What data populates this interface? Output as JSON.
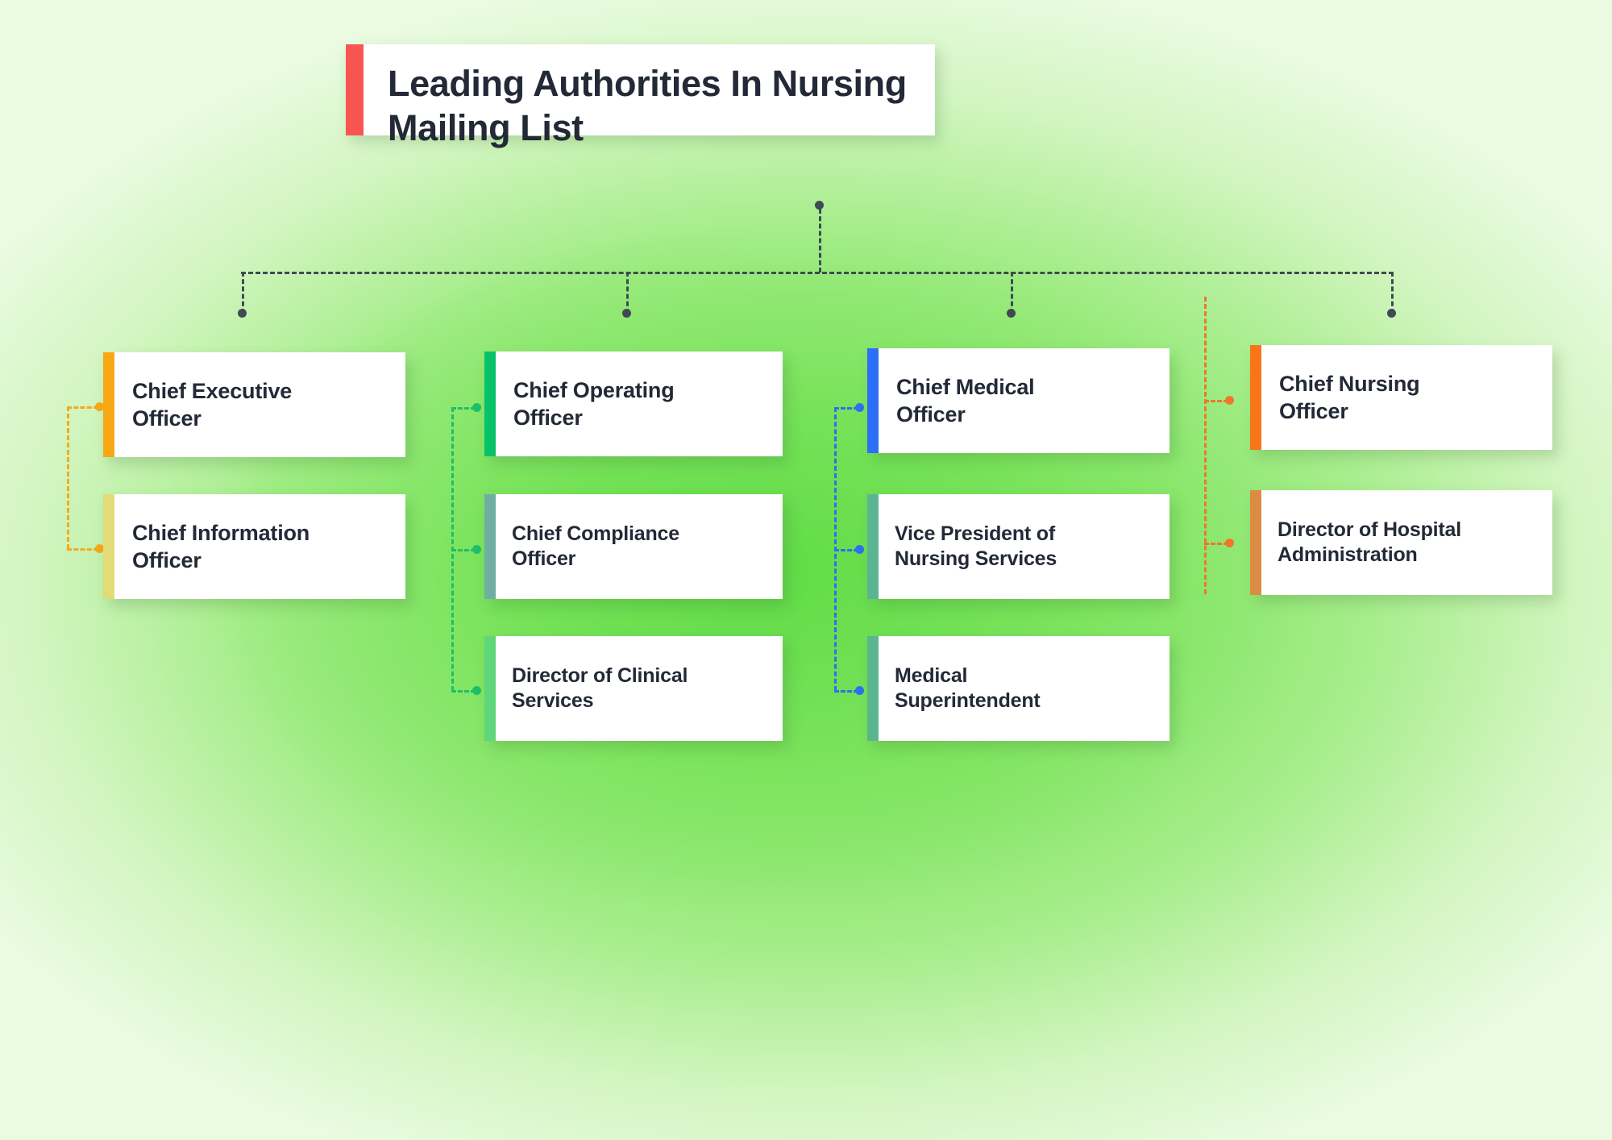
{
  "background": {
    "base_color": "#8ce563",
    "edge_color": "#eafbe2"
  },
  "title": {
    "text": "Leading Authorities In Nursing\nMailing List",
    "accent_color": "#F95550"
  },
  "connector": {
    "line_color": "#3f4a52",
    "dot_color": "#3f4a52"
  },
  "columns": [
    {
      "id": "column-1",
      "branch_color": "#F6A91B",
      "nodes": [
        {
          "label": "Chief Executive\nOfficer",
          "accent_color": "#F9A815"
        },
        {
          "label": "Chief Information\nOfficer",
          "accent_color": "#E3DB77"
        }
      ]
    },
    {
      "id": "column-2",
      "branch_color": "#1FBE6B",
      "nodes": [
        {
          "label": "Chief Operating\nOfficer",
          "accent_color": "#07C268"
        },
        {
          "label": "Chief Compliance\nOfficer",
          "accent_color": "#6FAFA2"
        },
        {
          "label": "Director of Clinical\nServices",
          "accent_color": "#5FD679"
        }
      ]
    },
    {
      "id": "column-3",
      "branch_color": "#2F6FF0",
      "nodes": [
        {
          "label": "Chief Medical\nOfficer",
          "accent_color": "#2C6EF6"
        },
        {
          "label": "Vice President of\nNursing Services",
          "accent_color": "#5BB592"
        },
        {
          "label": "Medical\nSuperintendent",
          "accent_color": "#5BB58F"
        }
      ]
    },
    {
      "id": "column-4",
      "branch_color": "#F1762A",
      "nodes": [
        {
          "label": "Chief Nursing\nOfficer",
          "accent_color": "#F87518"
        },
        {
          "label": "Director of Hospital\nAdministration",
          "accent_color": "#DC8B44"
        }
      ]
    }
  ]
}
